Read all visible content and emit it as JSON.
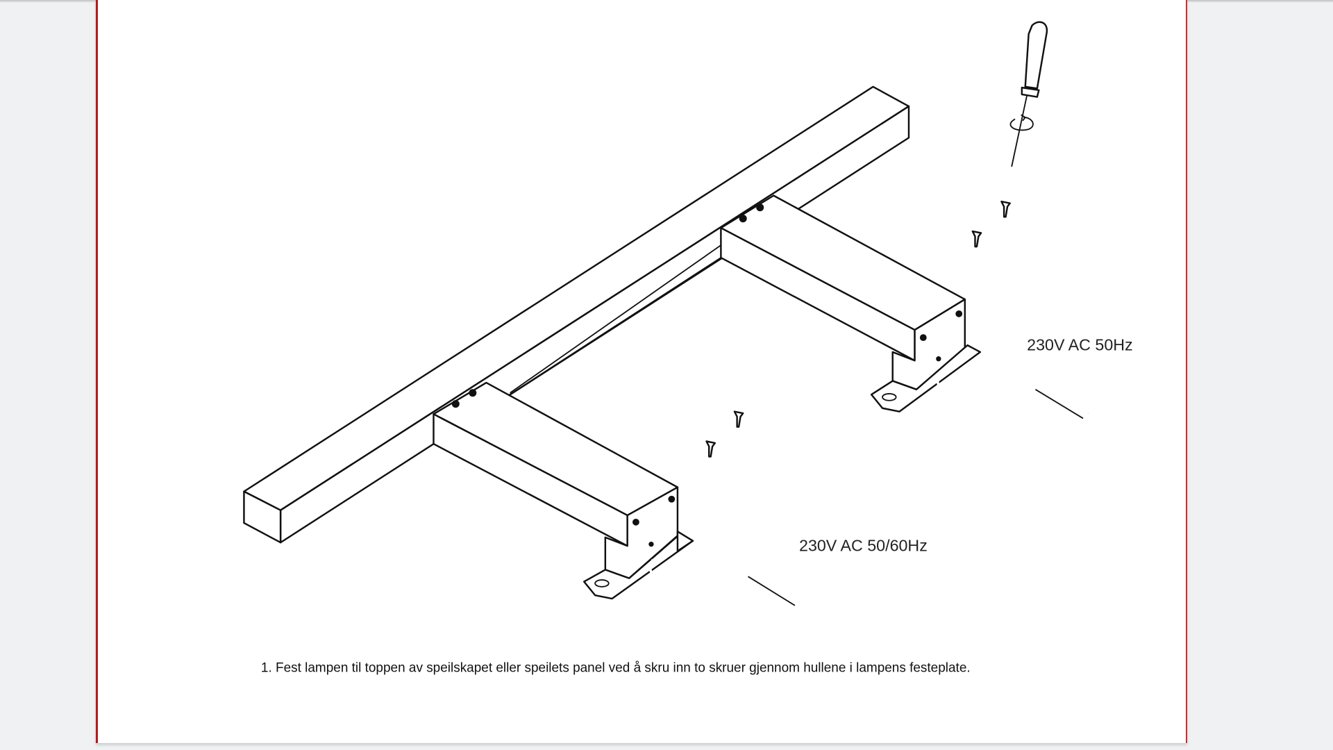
{
  "document": {
    "labels": {
      "voltage_right": "230V AC 50Hz",
      "voltage_left": "230V AC 50/60Hz"
    },
    "instruction": "1. Fest lampen til toppen av speilskapet eller speilets panel ved å skru inn to skruer gjennom hullene i lampens festeplate."
  },
  "colors": {
    "page_border": "#b01c1c",
    "background": "#f0f1f3"
  }
}
